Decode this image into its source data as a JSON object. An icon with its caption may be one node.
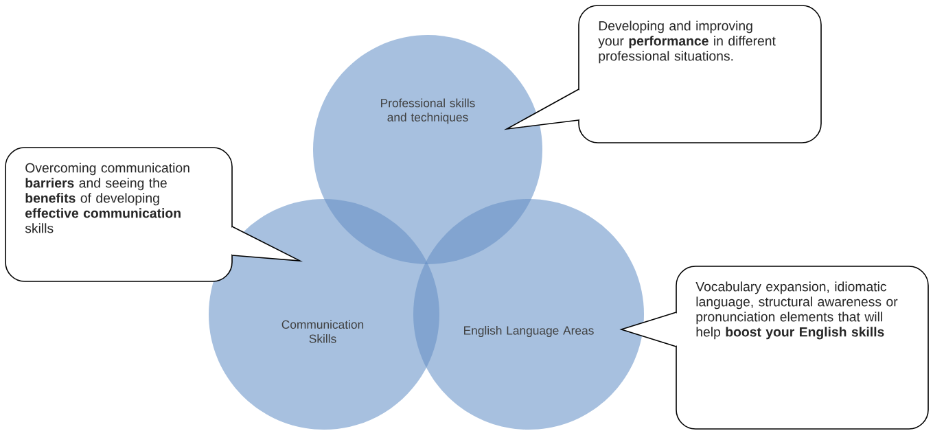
{
  "diagram": {
    "nodes": [
      {
        "text": [
          "Professional skills and techniques"
        ]
      },
      {
        "text": [
          "Communication Skills"
        ]
      },
      {
        "text": [
          "English Language Areas"
        ]
      },
      {
        "text": [
          "Overcoming communication **barriers** and seeing the **benefits** of developing **effective communication** skills"
        ]
      },
      {
        "text": [
          "Developing and improving your **performance** in different professional situations."
        ]
      },
      {
        "text": [
          "Vocabulary expansion, idiomatic language, structural awareness or pronunciation elements that will help **boost your English skills**"
        ]
      }
    ]
  }
}
